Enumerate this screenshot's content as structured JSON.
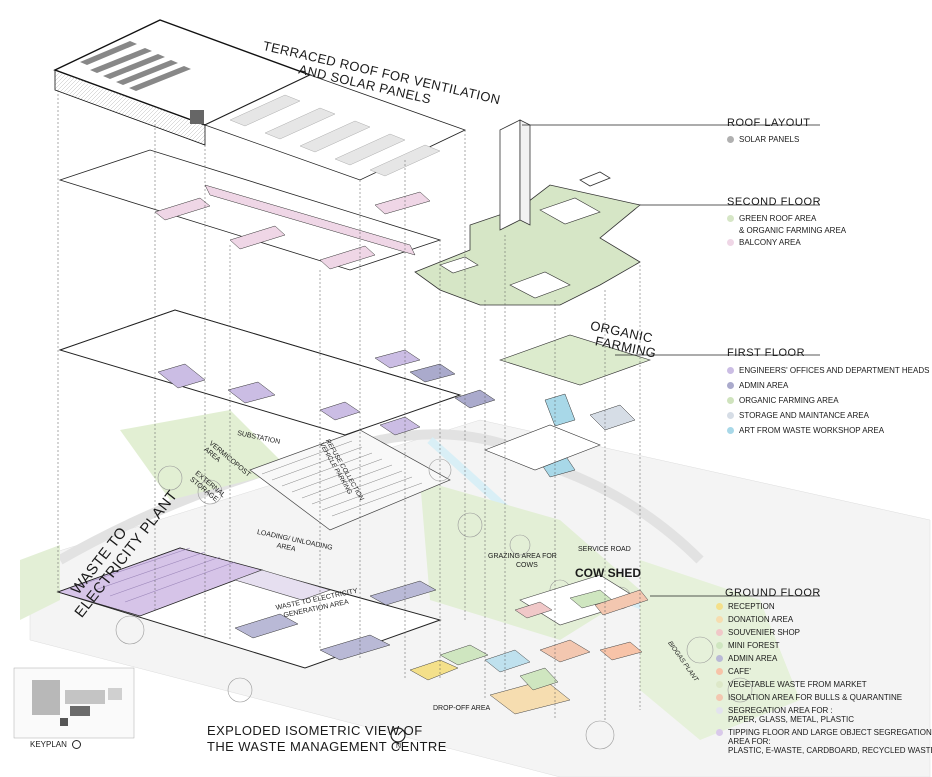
{
  "labels": {
    "terraced_roof_1": "TERRACED ROOF FOR VENTILATION",
    "terraced_roof_2": "AND SOLAR PANELS",
    "organic_1": "ORGANIC",
    "organic_2": "FARMING",
    "waste_plant_1": "WASTE TO",
    "waste_plant_2": "ELECTRICITY PLANT",
    "substation": "SUBSTATION",
    "vermicompost_1": "VERMICOPOST",
    "vermicompost_2": "AREA",
    "external_storage_1": "EXTERNAL",
    "external_storage_2": "STORAGE",
    "refuse_1": "REFUSE COLLECTION",
    "refuse_2": "VEHICLE PARKING",
    "loading_1": "LOADING/ UNLOADING",
    "loading_2": "AREA",
    "generation_1": "WASTE TO ELECTRICITY",
    "generation_2": "GENERATION AREA",
    "grazing_1": "GRAZING AREA FOR",
    "grazing_2": "COWS",
    "service_road": "SERVICE ROAD",
    "cow_shed": "COW SHED",
    "biogas_plant": "BIOGAS PLANT",
    "dropoff": "DROP-OFF AREA",
    "keyplan": "KEYPLAN",
    "north": "N",
    "caption_1": "EXPLODED ISOMETRIC VIEW OF",
    "caption_2": "THE WASTE MANAGEMENT CENTRE"
  },
  "legend": {
    "roof": {
      "title": "ROOF LAYOUT",
      "items": [
        {
          "label": "SOLAR PANELS",
          "color": "#b0b0b0"
        }
      ]
    },
    "second": {
      "title": "SECOND FLOOR",
      "items": [
        {
          "label": "GREEN ROOF AREA",
          "color": "#d6e6c6"
        },
        {
          "label": "& ORGANIC FARMING AREA",
          "color": ""
        },
        {
          "label": "BALCONY AREA",
          "color": "#efd6e6"
        }
      ]
    },
    "first": {
      "title": "FIRST FLOOR",
      "items": [
        {
          "label": "ENGINEERS' OFFICES AND DEPARTMENT HEADS",
          "color": "#cbbde4"
        },
        {
          "label": "ADMIN AREA",
          "color": "#aaaacc"
        },
        {
          "label": "ORGANIC FARMING AREA",
          "color": "#cfe3bd"
        },
        {
          "label": "STORAGE AND MAINTANCE AREA",
          "color": "#d6dde6"
        },
        {
          "label": "ART FROM WASTE WORKSHOP AREA",
          "color": "#a8d8e8"
        }
      ]
    },
    "ground": {
      "title": "GROUND FLOOR",
      "items": [
        {
          "label": "RECEPTION",
          "color": "#f4e08a"
        },
        {
          "label": "DONATION AREA",
          "color": "#f6ddb0"
        },
        {
          "label": "SOUVENIER SHOP",
          "color": "#f0c8c8"
        },
        {
          "label": "MINI FOREST",
          "color": "#cfe6c0"
        },
        {
          "label": "ADMIN AREA",
          "color": "#b9b9d6"
        },
        {
          "label": "CAFE'",
          "color": "#f7c3a8"
        },
        {
          "label": "VEGETABLE WASTE FROM MARKET",
          "color": "#dde8c8"
        },
        {
          "label": "ISOLATION AREA FOR BULLS & QUARANTINE",
          "color": "#f3c7b0"
        },
        {
          "label": "SEGREGATION AREA FOR :",
          "color": "#e3e3ee"
        },
        {
          "label": "PAPER, GLASS, METAL, PLASTIC",
          "color": ""
        },
        {
          "label": "TIPPING FLOOR  AND LARGE OBJECT SEGREGATION",
          "color": "#d9c9ea"
        },
        {
          "label": "AREA FOR:",
          "color": ""
        },
        {
          "label": "PLASTIC, E-WASTE, CARDBOARD, RECYCLED WASTE",
          "color": ""
        }
      ]
    }
  },
  "colors": {
    "green": "#d4e6c3",
    "purple": "#d4c2e6",
    "pink": "#f1d8e8",
    "blue": "#a9d9ea",
    "line": "#333333"
  }
}
